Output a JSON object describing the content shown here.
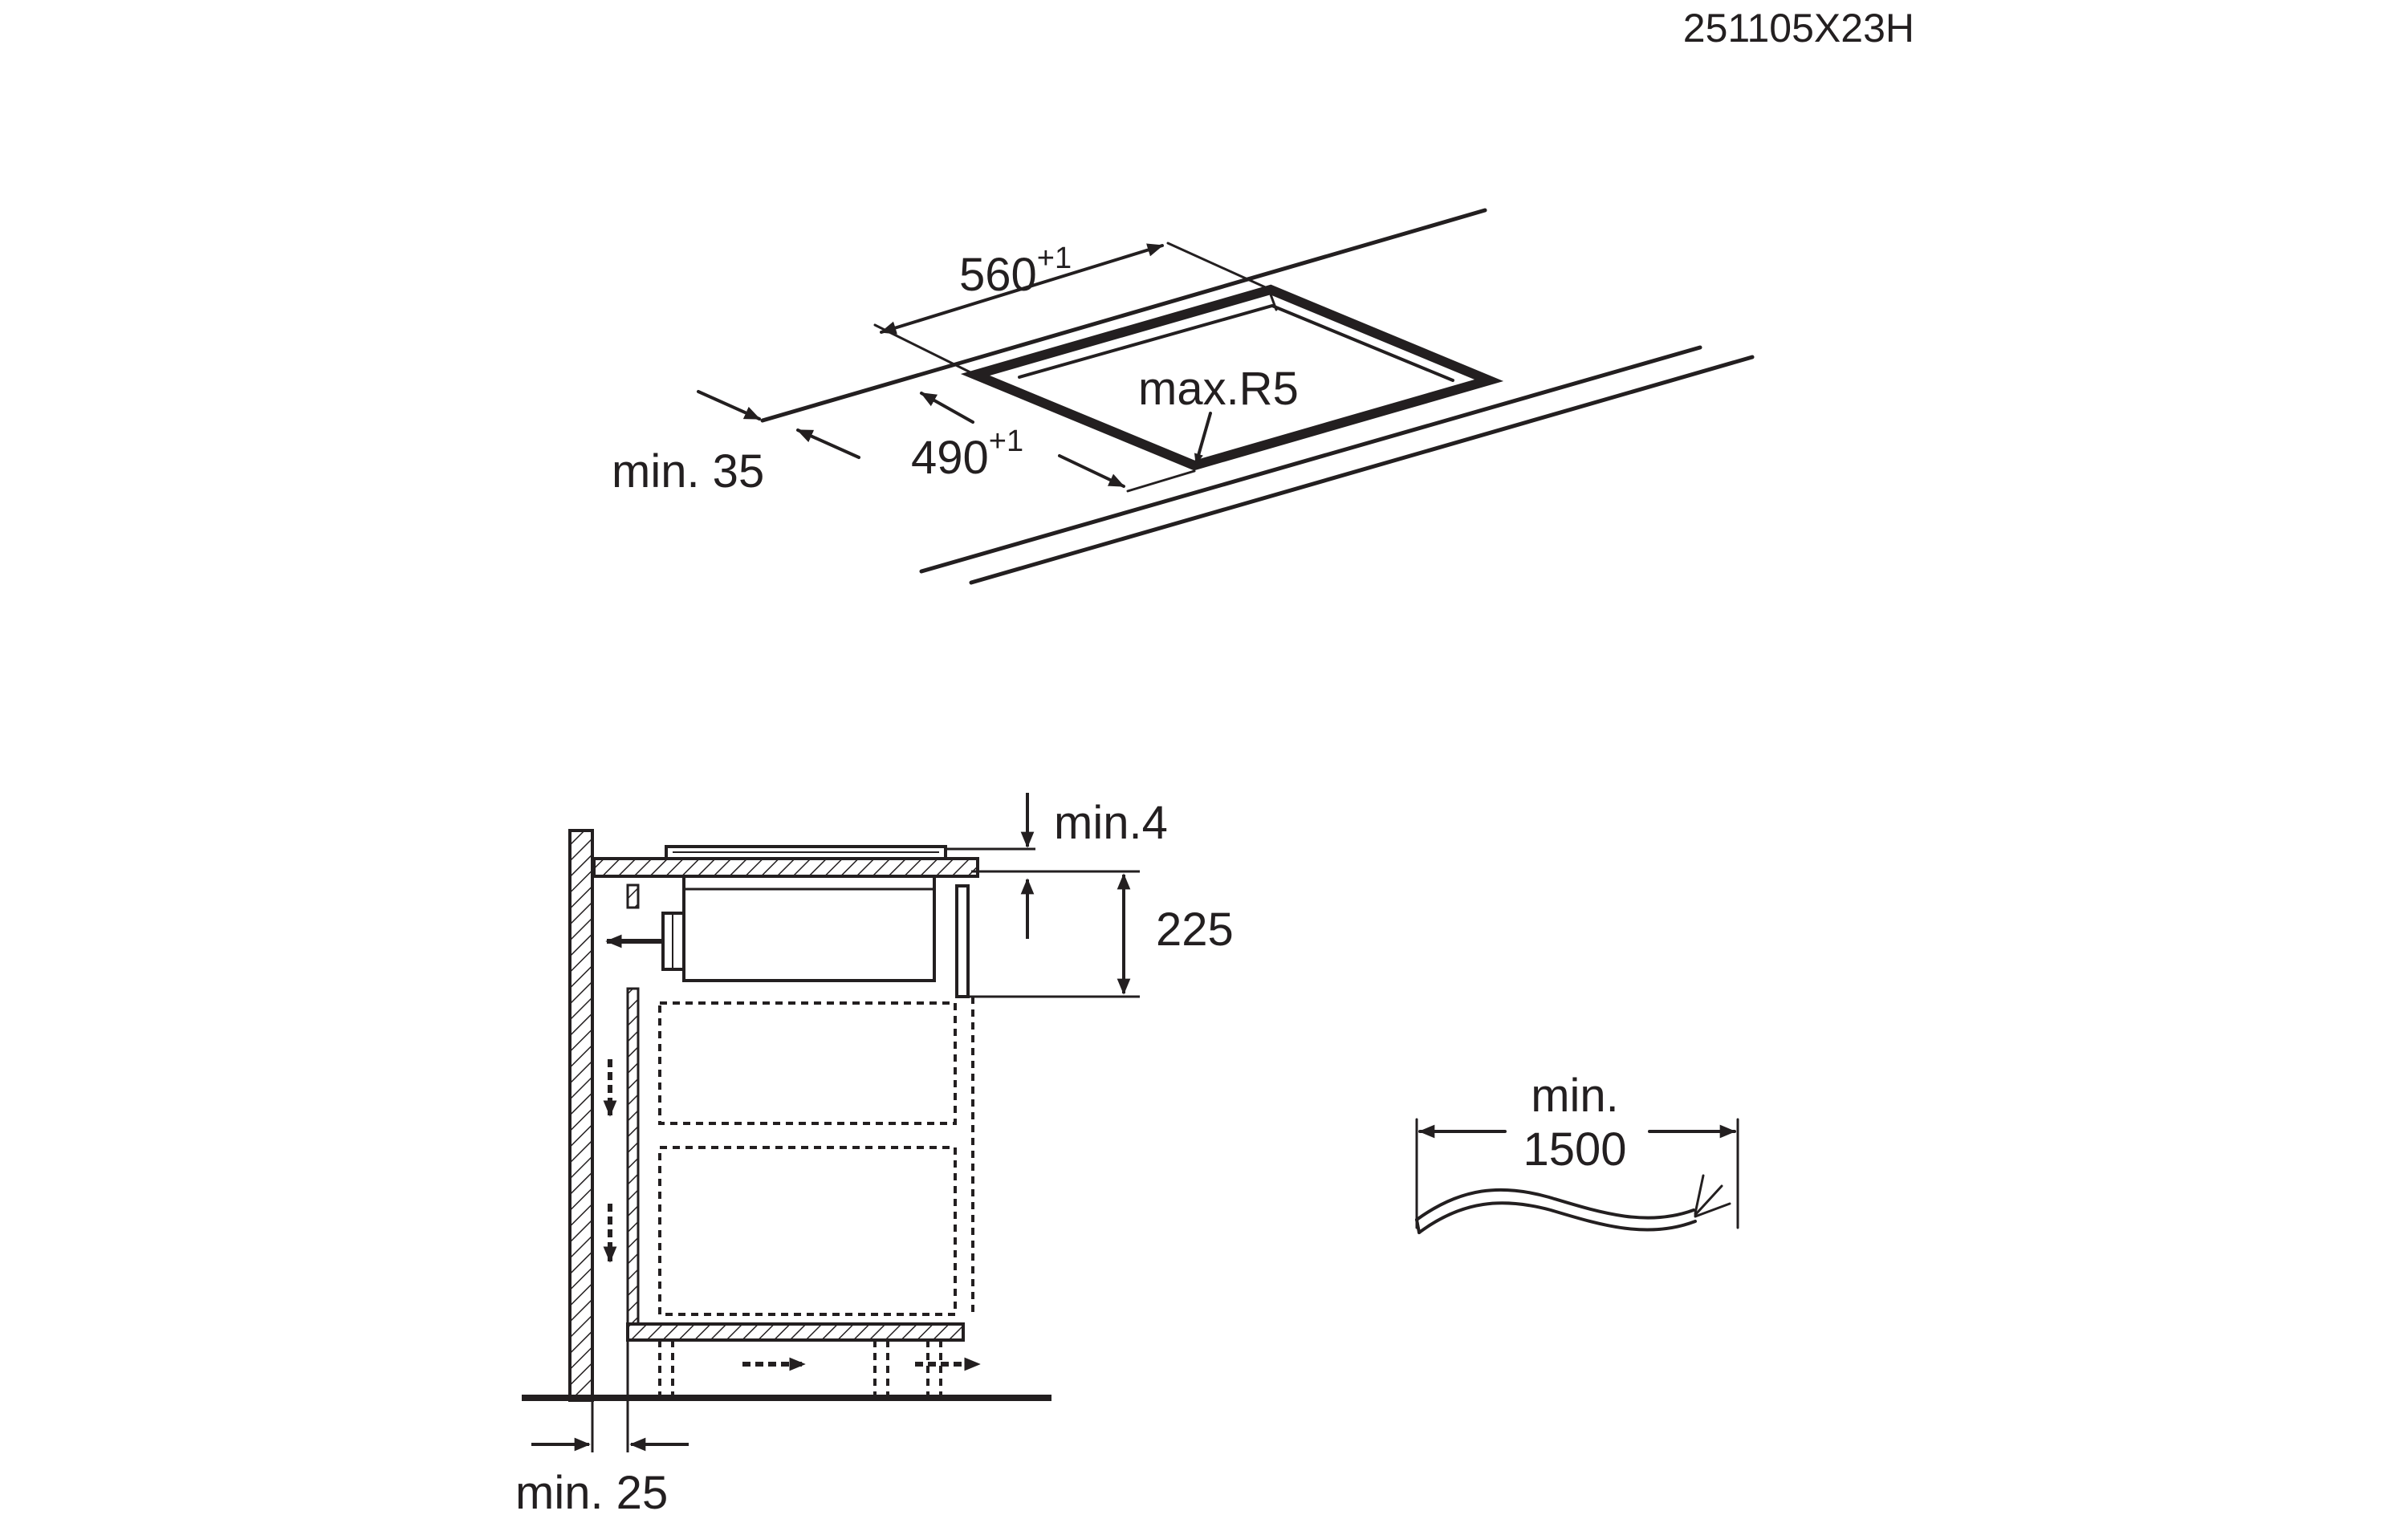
{
  "drawing_code": "251105X23H",
  "cutout": {
    "width_value": "560",
    "width_tolerance": "+1",
    "depth_value": "490",
    "depth_tolerance": "+1",
    "radius_label": "max.R5",
    "edge_distance_label": "min. 35"
  },
  "section": {
    "gap_label": "min.4",
    "height_label": "225",
    "wall_gap_label": "min. 25"
  },
  "cable": {
    "label_line1": "min.",
    "label_line2": "1500"
  },
  "colors": {
    "ink": "#231f20",
    "paper": "#ffffff"
  }
}
